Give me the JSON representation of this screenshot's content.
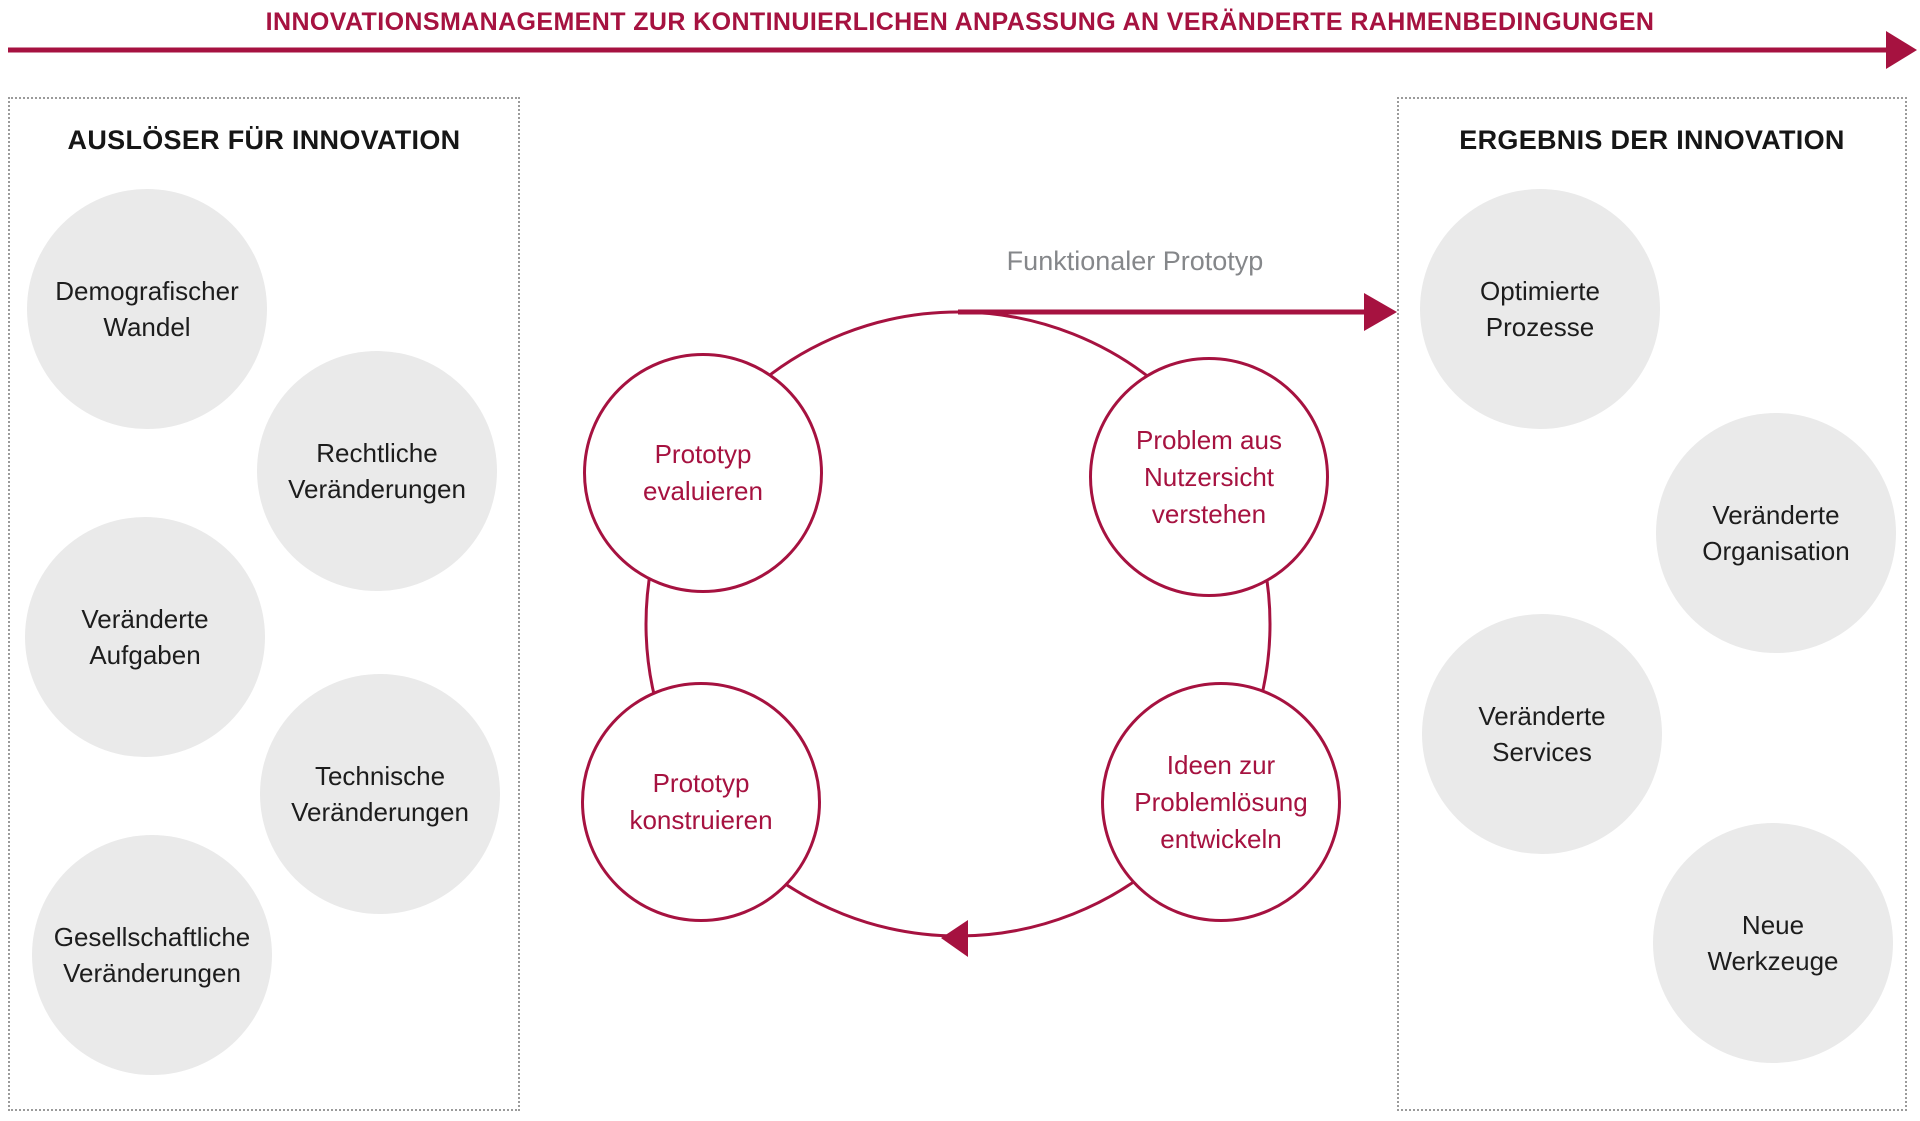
{
  "colors": {
    "accent": "#A61240",
    "bubble_fill": "#EAEAEA",
    "bubble_text": "#1D1D1D",
    "muted_text": "#85878A",
    "panel_border": "#9B9B9B"
  },
  "banner": {
    "title": "INNOVATIONSMANAGEMENT ZUR KONTINUIERLICHEN ANPASSUNG AN VERÄNDERTE RAHMENBEDINGUNGEN"
  },
  "left_panel": {
    "title": "AUSLÖSER FÜR INNOVATION",
    "items": [
      {
        "label": "Demografischer\nWandel"
      },
      {
        "label": "Rechtliche\nVeränderungen"
      },
      {
        "label": "Veränderte\nAufgaben"
      },
      {
        "label": "Technische\nVeränderungen"
      },
      {
        "label": "Gesellschaftliche\nVeränderungen"
      }
    ]
  },
  "cycle": {
    "output_label": "Funktionaler Prototyp",
    "steps": [
      {
        "label": "Problem aus\nNutzersicht\nverstehen"
      },
      {
        "label": "Ideen zur\nProblemlösung\nentwickeln"
      },
      {
        "label": "Prototyp\nkonstruieren"
      },
      {
        "label": "Prototyp\nevaluieren"
      }
    ]
  },
  "right_panel": {
    "title": "ERGEBNIS DER INNOVATION",
    "items": [
      {
        "label": "Optimierte\nProzesse"
      },
      {
        "label": "Veränderte\nOrganisation"
      },
      {
        "label": "Veränderte\nServices"
      },
      {
        "label": "Neue\nWerkzeuge"
      }
    ]
  }
}
